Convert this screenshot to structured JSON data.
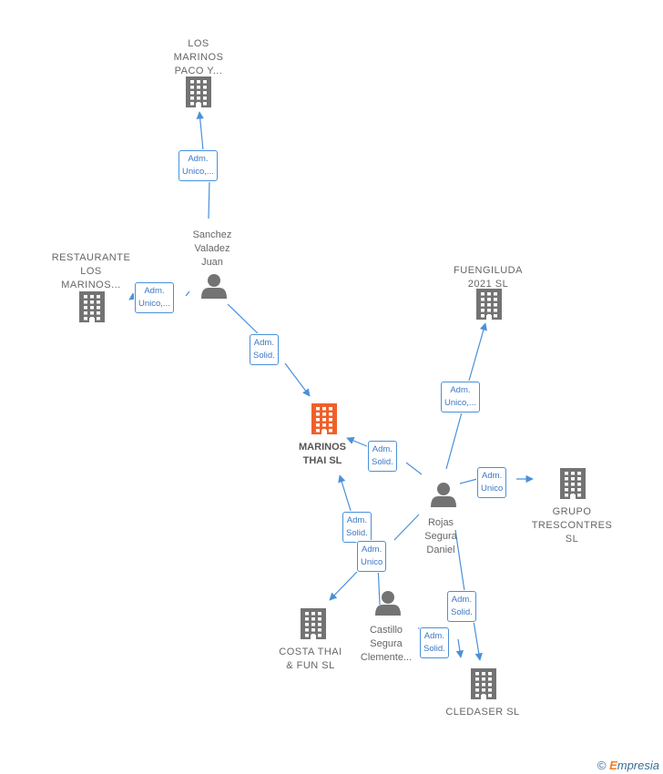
{
  "colors": {
    "edge": "#4a90d9",
    "edge_label_text": "#3b78c4",
    "node_icon": "#737373",
    "focus_icon": "#f0602a",
    "label_text": "#666666"
  },
  "nodes": [
    {
      "id": "los-marinos-paco",
      "type": "company",
      "label": "LOS\nMARINOS\nPACO Y...",
      "icon": "building-icon"
    },
    {
      "id": "sanchez-valadez",
      "type": "person",
      "label": "Sanchez\nValadez\nJuan",
      "icon": "person-icon"
    },
    {
      "id": "restaurante-los-marinos",
      "type": "company",
      "label": "RESTAURANTE\nLOS\nMARINOS...",
      "icon": "building-icon"
    },
    {
      "id": "fuengiluda",
      "type": "company",
      "label": "FUENGILUDA\n2021  SL",
      "icon": "building-icon"
    },
    {
      "id": "marinos-thai",
      "type": "focus",
      "label": "MARINOS\nTHAI  SL",
      "icon": "building-icon"
    },
    {
      "id": "rojas-segura",
      "type": "person",
      "label": "Rojas\nSegura\nDaniel",
      "icon": "person-icon"
    },
    {
      "id": "grupo-trescontres",
      "type": "company",
      "label": "GRUPO\nTRESCONTRES\nSL",
      "icon": "building-icon"
    },
    {
      "id": "costa-thai",
      "type": "company",
      "label": "COSTA THAI\n& FUN  SL",
      "icon": "building-icon"
    },
    {
      "id": "castillo-segura",
      "type": "person",
      "label": "Castillo\nSegura\nClemente...",
      "icon": "person-icon"
    },
    {
      "id": "cledaser",
      "type": "company",
      "label": "CLEDASER SL",
      "icon": "building-icon"
    }
  ],
  "edges": [
    {
      "id": "e1",
      "from": "sanchez-valadez",
      "to": "los-marinos-paco",
      "label": "Adm.\nUnico,..."
    },
    {
      "id": "e2",
      "from": "sanchez-valadez",
      "to": "restaurante-los-marinos",
      "label": "Adm.\nUnico,..."
    },
    {
      "id": "e3",
      "from": "sanchez-valadez",
      "to": "marinos-thai",
      "label": "Adm.\nSolid."
    },
    {
      "id": "e4",
      "from": "rojas-segura",
      "to": "fuengiluda",
      "label": "Adm.\nUnico,..."
    },
    {
      "id": "e5",
      "from": "rojas-segura",
      "to": "marinos-thai",
      "label": "Adm.\nSolid."
    },
    {
      "id": "e6",
      "from": "rojas-segura",
      "to": "grupo-trescontres",
      "label": "Adm.\nUnico"
    },
    {
      "id": "e7",
      "from": "castillo-segura",
      "to": "marinos-thai",
      "label": "Adm.\nSolid."
    },
    {
      "id": "e8",
      "from": "rojas-segura",
      "to": "costa-thai",
      "label": "Adm.\nUnico"
    },
    {
      "id": "e9",
      "from": "rojas-segura",
      "to": "cledaser",
      "label": "Adm.\nSolid."
    },
    {
      "id": "e10",
      "from": "castillo-segura",
      "to": "cledaser",
      "label": "Adm.\nSolid."
    }
  ],
  "footer": {
    "copyright": "©",
    "brand_e": "E",
    "brand_rest": "mpresia"
  }
}
